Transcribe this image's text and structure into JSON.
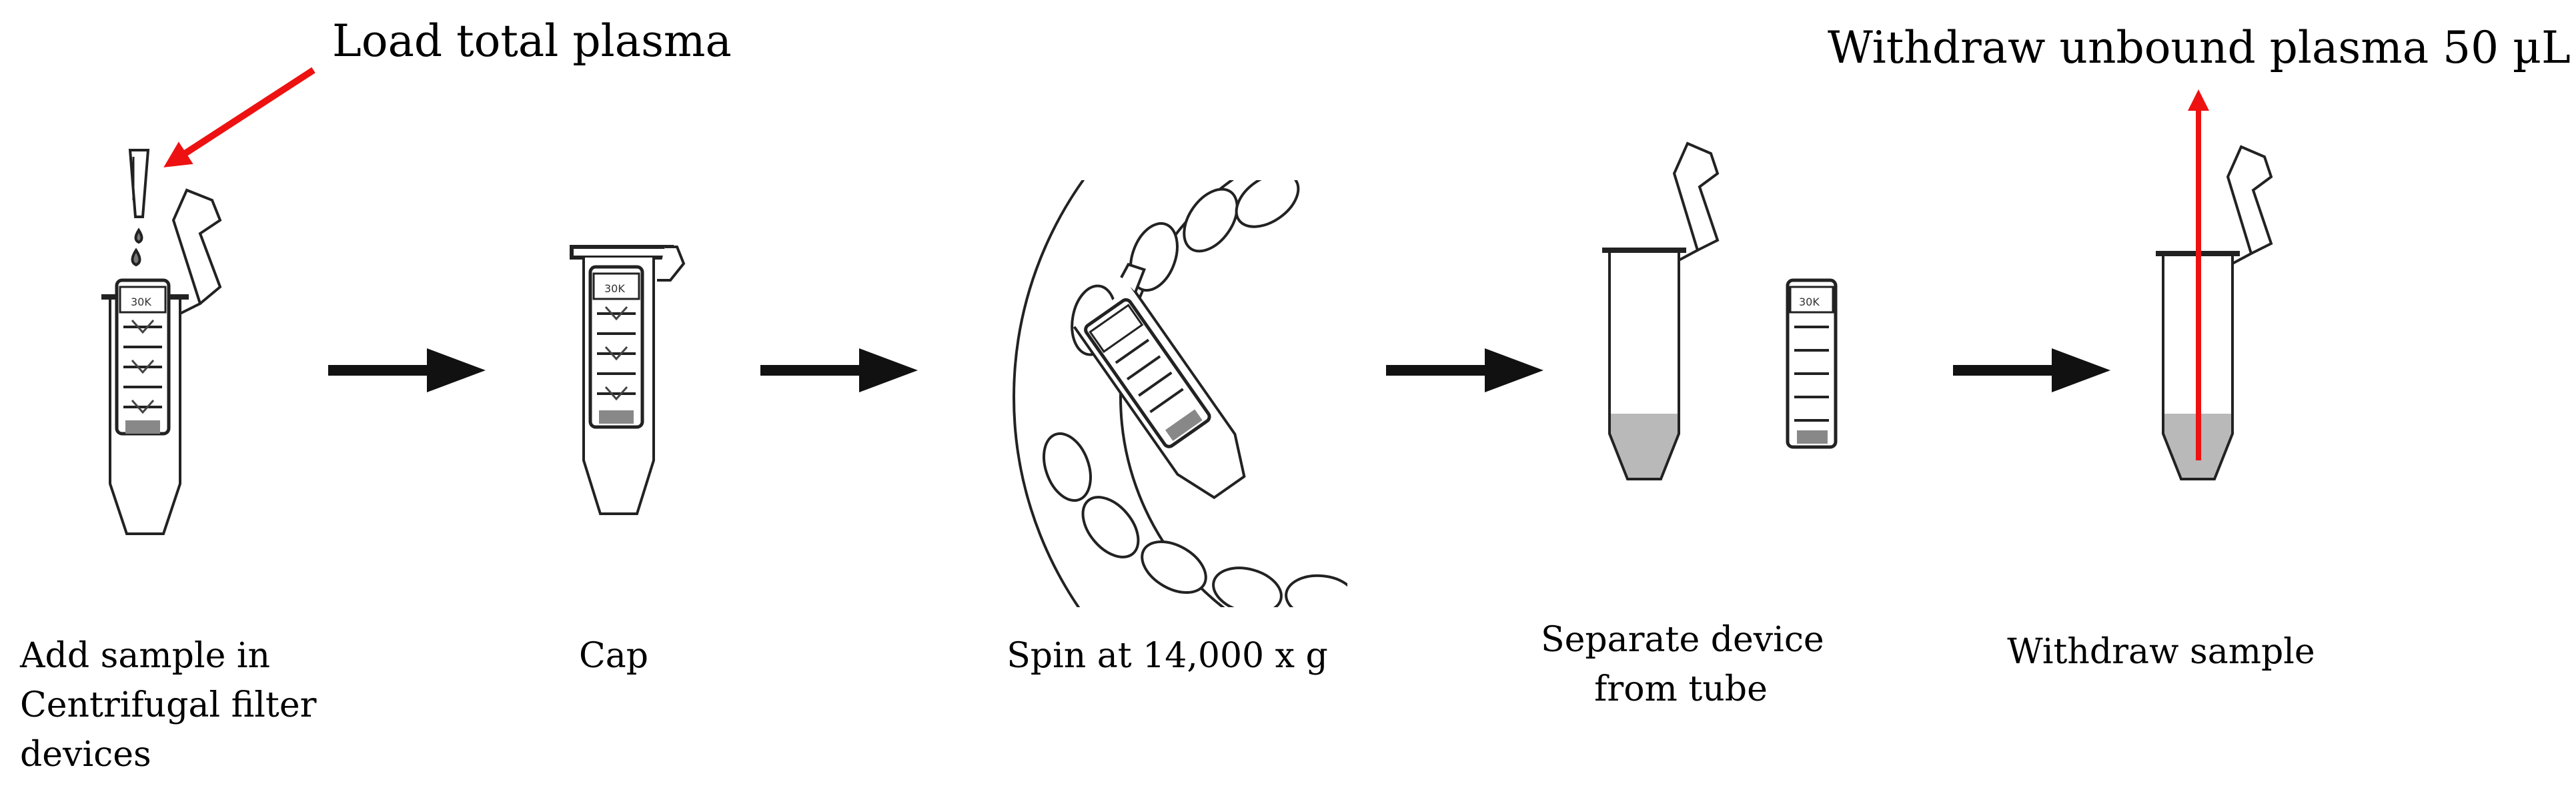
{
  "annotations": {
    "load": "Load total plasma",
    "withdraw_unbound": "Withdraw unbound plasma 50 µL"
  },
  "steps": [
    {
      "label_lines": [
        "Add sample in",
        "Centrifugal filter",
        "devices"
      ]
    },
    {
      "label_lines": [
        "Cap"
      ]
    },
    {
      "label_lines": [
        "Spin at 14,000 x g"
      ]
    },
    {
      "label_lines": [
        "Separate device",
        "from tube"
      ]
    },
    {
      "label_lines": [
        "Withdraw sample"
      ]
    }
  ],
  "colors": {
    "annotation_arrow": "#ee1111",
    "flow_arrow": "#111111",
    "liquid": "#b9b9b9",
    "outline": "#222222"
  }
}
